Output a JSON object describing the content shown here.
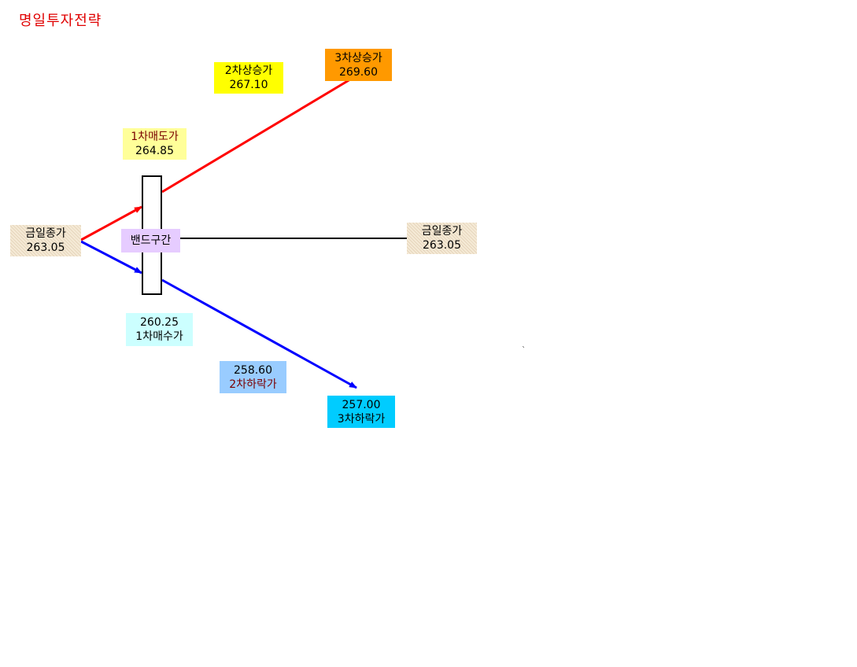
{
  "title": "명일투자전략",
  "boxes": {
    "close_left": {
      "label": "금일종가",
      "value": "263.05",
      "color": "#f5ead6"
    },
    "close_right": {
      "label": "금일종가",
      "value": "263.05",
      "color": "#f5ead6"
    },
    "band": {
      "label": "밴드구간",
      "color": "#e6ccff"
    },
    "sell1": {
      "label": "1차매도가",
      "value": "264.85",
      "color": "#ffff99"
    },
    "rise2": {
      "label": "2차상승가",
      "value": "267.10",
      "color": "#ffff00"
    },
    "rise3": {
      "label": "3차상승가",
      "value": "269.60",
      "color": "#ff9900"
    },
    "buy1": {
      "value": "260.25",
      "label": "1차매수가",
      "color": "#ccffff"
    },
    "fall2": {
      "value": "258.60",
      "label": "2차하락가",
      "color": "#99ccff"
    },
    "fall3": {
      "value": "257.00",
      "label": "3차하락가",
      "color": "#00ccff"
    }
  },
  "line_colors": {
    "up": "#ff0000",
    "down": "#0000ff",
    "flat": "#000000"
  },
  "stray_mark": "`"
}
